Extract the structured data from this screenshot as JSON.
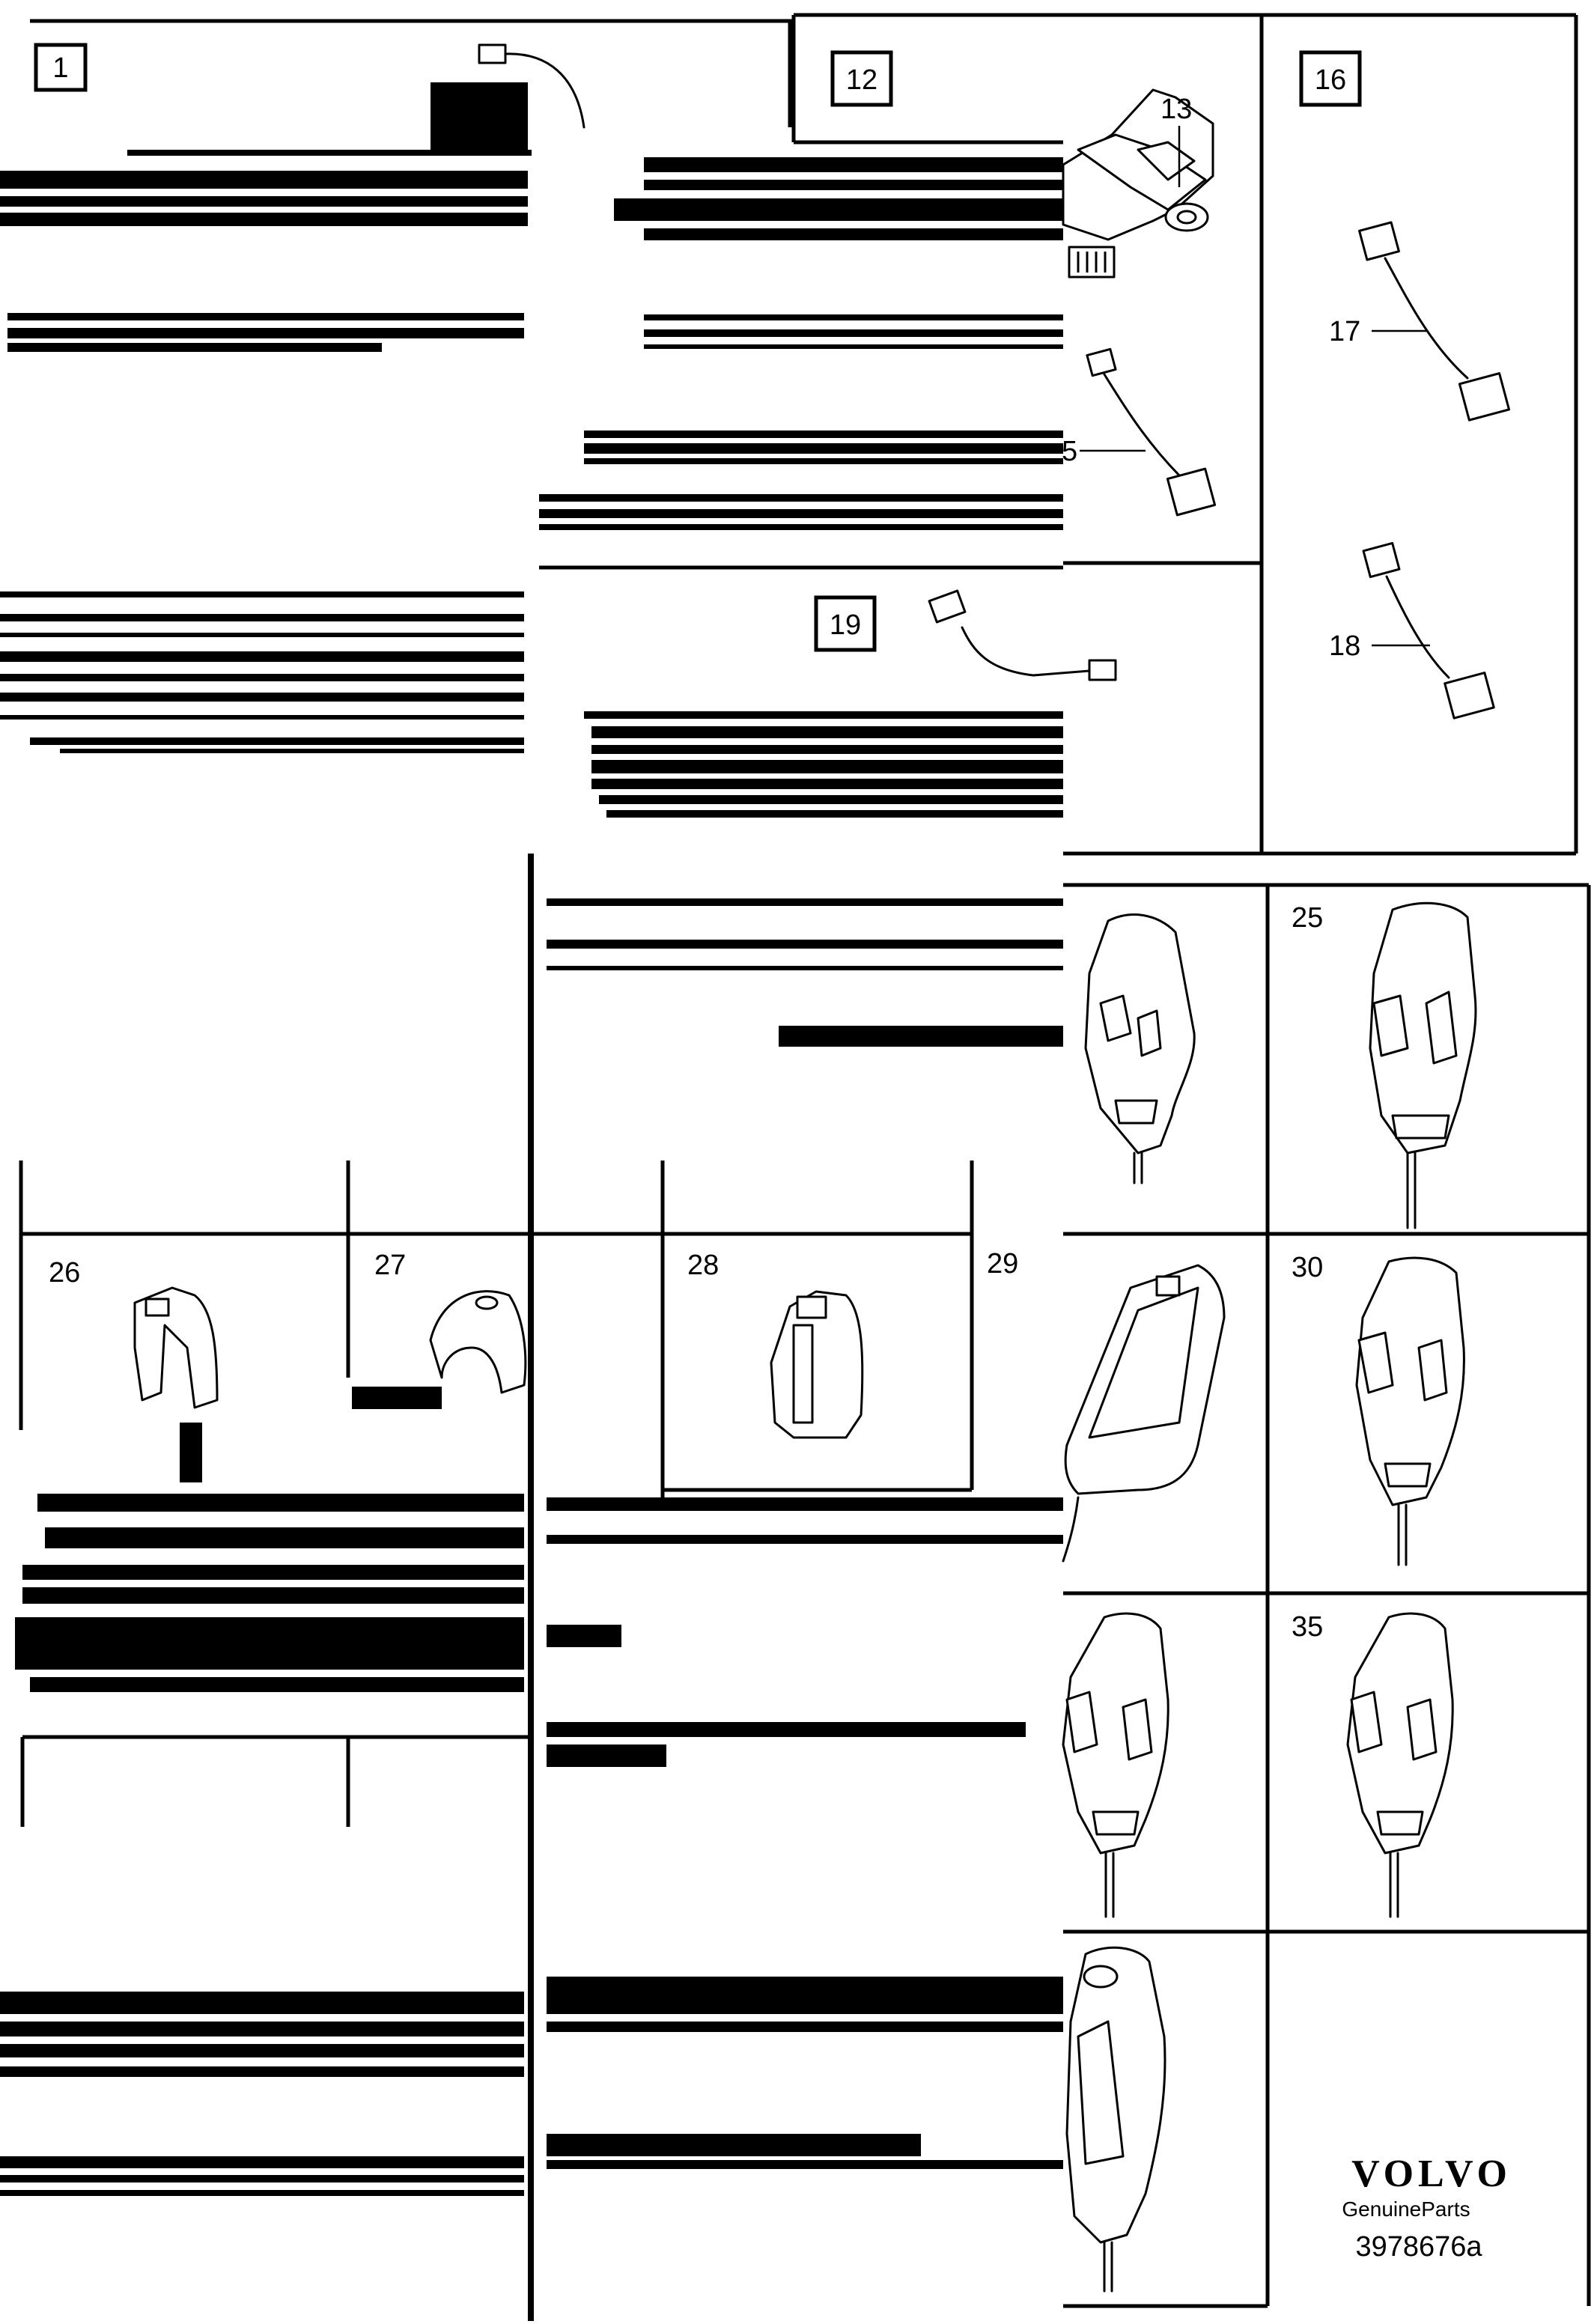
{
  "box_labels": {
    "b1": "1",
    "b12": "12",
    "b16": "16",
    "b19": "19"
  },
  "callouts": {
    "c13": "13",
    "c5": "5",
    "c17": "17",
    "c18": "18",
    "c25": "25",
    "c26": "26",
    "c27": "27",
    "c28": "28",
    "c29": "29",
    "c30": "30",
    "c35": "35"
  },
  "footer": {
    "brand": "VOLVO",
    "genuine": "GenuineParts",
    "illustration_number": "3978676a"
  }
}
